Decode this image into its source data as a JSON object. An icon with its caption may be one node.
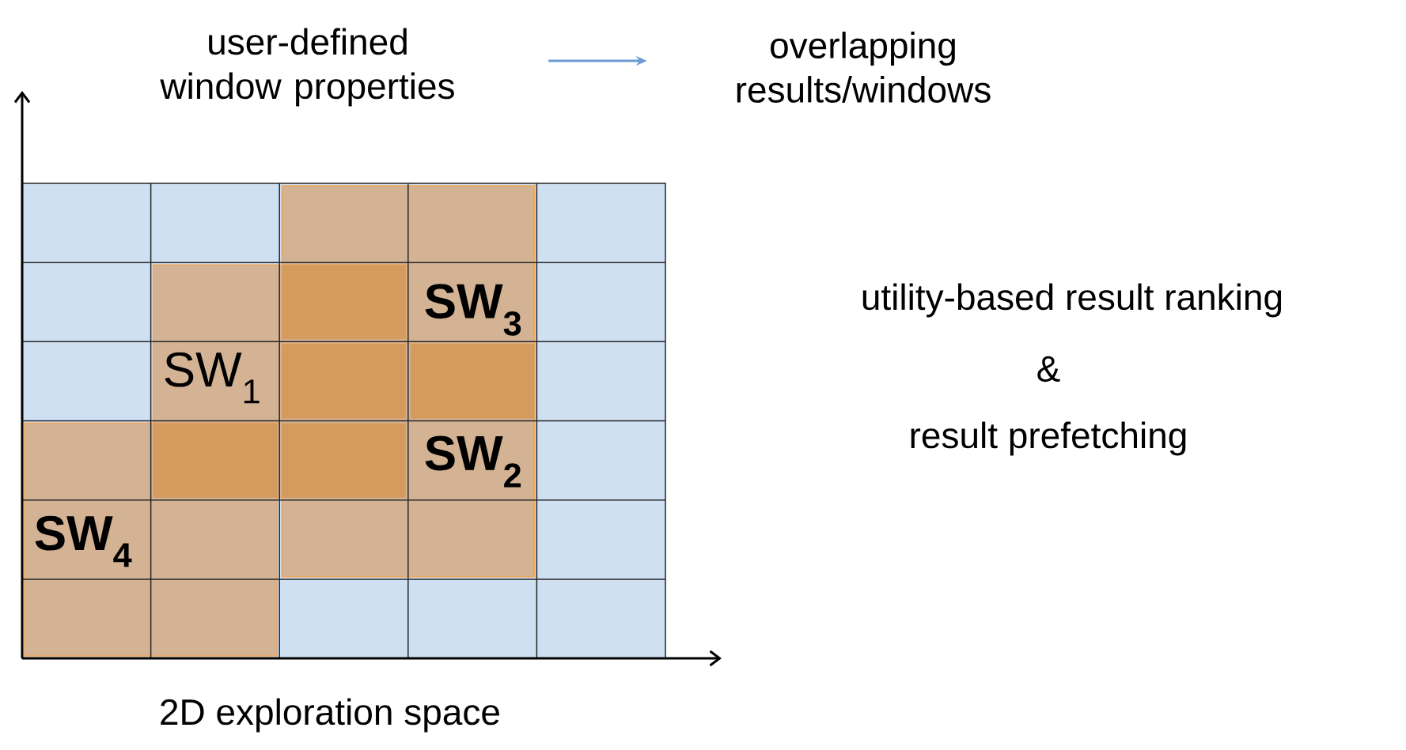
{
  "diagram": {
    "nodes": [
      {
        "text": [
          "user-defined window properties"
        ]
      },
      {
        "text": [
          "overlapping results/windows"
        ]
      },
      {
        "text": [
          "SW$_{3}$"
        ]
      },
      {
        "text": [
          "SW$_{1}$"
        ]
      },
      {
        "text": [
          "SW$_{2}$"
        ]
      },
      {
        "text": [
          "SW$_{4}$"
        ]
      }
    ],
    "edges": [
      {
        "from": 0,
        "to": 1,
        "arrow": "to"
      }
    ],
    "labels": [
      "utility-based result ranking",
      "&",
      "result prefetching",
      "2D exploration space"
    ]
  }
}
